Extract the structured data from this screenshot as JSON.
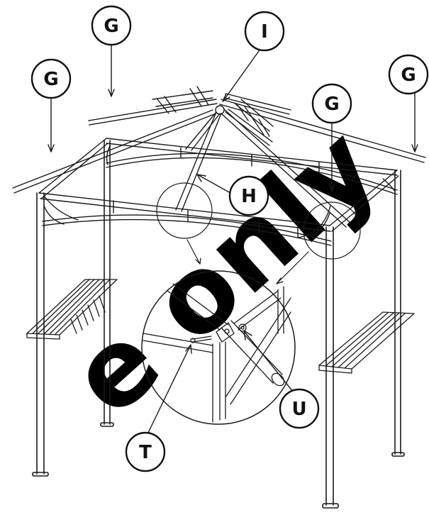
{
  "callouts": {
    "g1": "G",
    "g2": "G",
    "g3": "G",
    "g4": "G",
    "h": "H",
    "i": "I",
    "t": "T",
    "u": "U"
  },
  "watermark": {
    "text": "e only",
    "color": "#000000"
  },
  "colors": {
    "line": "#1a1a1a",
    "background": "#ffffff"
  }
}
